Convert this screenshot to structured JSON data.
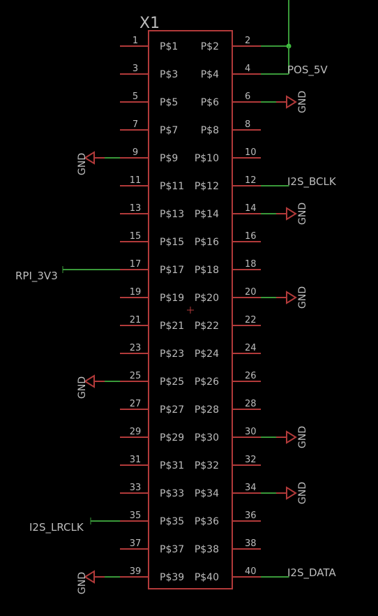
{
  "part": {
    "name": "X1"
  },
  "colors": {
    "background": "#000000",
    "body": "#b23a3a",
    "pin": "#b23a3a",
    "wire": "#3a9a3a",
    "junction": "#3fbf3f",
    "text": "#bdbdbd"
  },
  "pins": [
    {
      "num": "1",
      "label": "P$1",
      "net": ""
    },
    {
      "num": "2",
      "label": "P$2",
      "net": "POS_5V"
    },
    {
      "num": "3",
      "label": "P$3",
      "net": ""
    },
    {
      "num": "4",
      "label": "P$4",
      "net": "POS_5V"
    },
    {
      "num": "5",
      "label": "P$5",
      "net": ""
    },
    {
      "num": "6",
      "label": "P$6",
      "net": "GND"
    },
    {
      "num": "7",
      "label": "P$7",
      "net": ""
    },
    {
      "num": "8",
      "label": "P$8",
      "net": ""
    },
    {
      "num": "9",
      "label": "P$9",
      "net": "GND"
    },
    {
      "num": "10",
      "label": "P$10",
      "net": ""
    },
    {
      "num": "11",
      "label": "P$11",
      "net": ""
    },
    {
      "num": "12",
      "label": "P$12",
      "net": "I2S_BCLK"
    },
    {
      "num": "13",
      "label": "P$13",
      "net": ""
    },
    {
      "num": "14",
      "label": "P$14",
      "net": "GND"
    },
    {
      "num": "15",
      "label": "P$15",
      "net": ""
    },
    {
      "num": "16",
      "label": "P$16",
      "net": ""
    },
    {
      "num": "17",
      "label": "P$17",
      "net": "RPI_3V3"
    },
    {
      "num": "18",
      "label": "P$18",
      "net": ""
    },
    {
      "num": "19",
      "label": "P$19",
      "net": ""
    },
    {
      "num": "20",
      "label": "P$20",
      "net": "GND"
    },
    {
      "num": "21",
      "label": "P$21",
      "net": ""
    },
    {
      "num": "22",
      "label": "P$22",
      "net": ""
    },
    {
      "num": "23",
      "label": "P$23",
      "net": ""
    },
    {
      "num": "24",
      "label": "P$24",
      "net": ""
    },
    {
      "num": "25",
      "label": "P$25",
      "net": "GND"
    },
    {
      "num": "26",
      "label": "P$26",
      "net": ""
    },
    {
      "num": "27",
      "label": "P$27",
      "net": ""
    },
    {
      "num": "28",
      "label": "P$28",
      "net": ""
    },
    {
      "num": "29",
      "label": "P$29",
      "net": ""
    },
    {
      "num": "30",
      "label": "P$30",
      "net": "GND"
    },
    {
      "num": "31",
      "label": "P$31",
      "net": ""
    },
    {
      "num": "32",
      "label": "P$32",
      "net": ""
    },
    {
      "num": "33",
      "label": "P$33",
      "net": ""
    },
    {
      "num": "34",
      "label": "P$34",
      "net": "GND"
    },
    {
      "num": "35",
      "label": "P$35",
      "net": "I2S_LRCLK"
    },
    {
      "num": "36",
      "label": "P$36",
      "net": ""
    },
    {
      "num": "37",
      "label": "P$37",
      "net": ""
    },
    {
      "num": "38",
      "label": "P$38",
      "net": ""
    },
    {
      "num": "39",
      "label": "P$39",
      "net": "GND"
    },
    {
      "num": "40",
      "label": "P$40",
      "net": "I2S_DATA"
    }
  ]
}
